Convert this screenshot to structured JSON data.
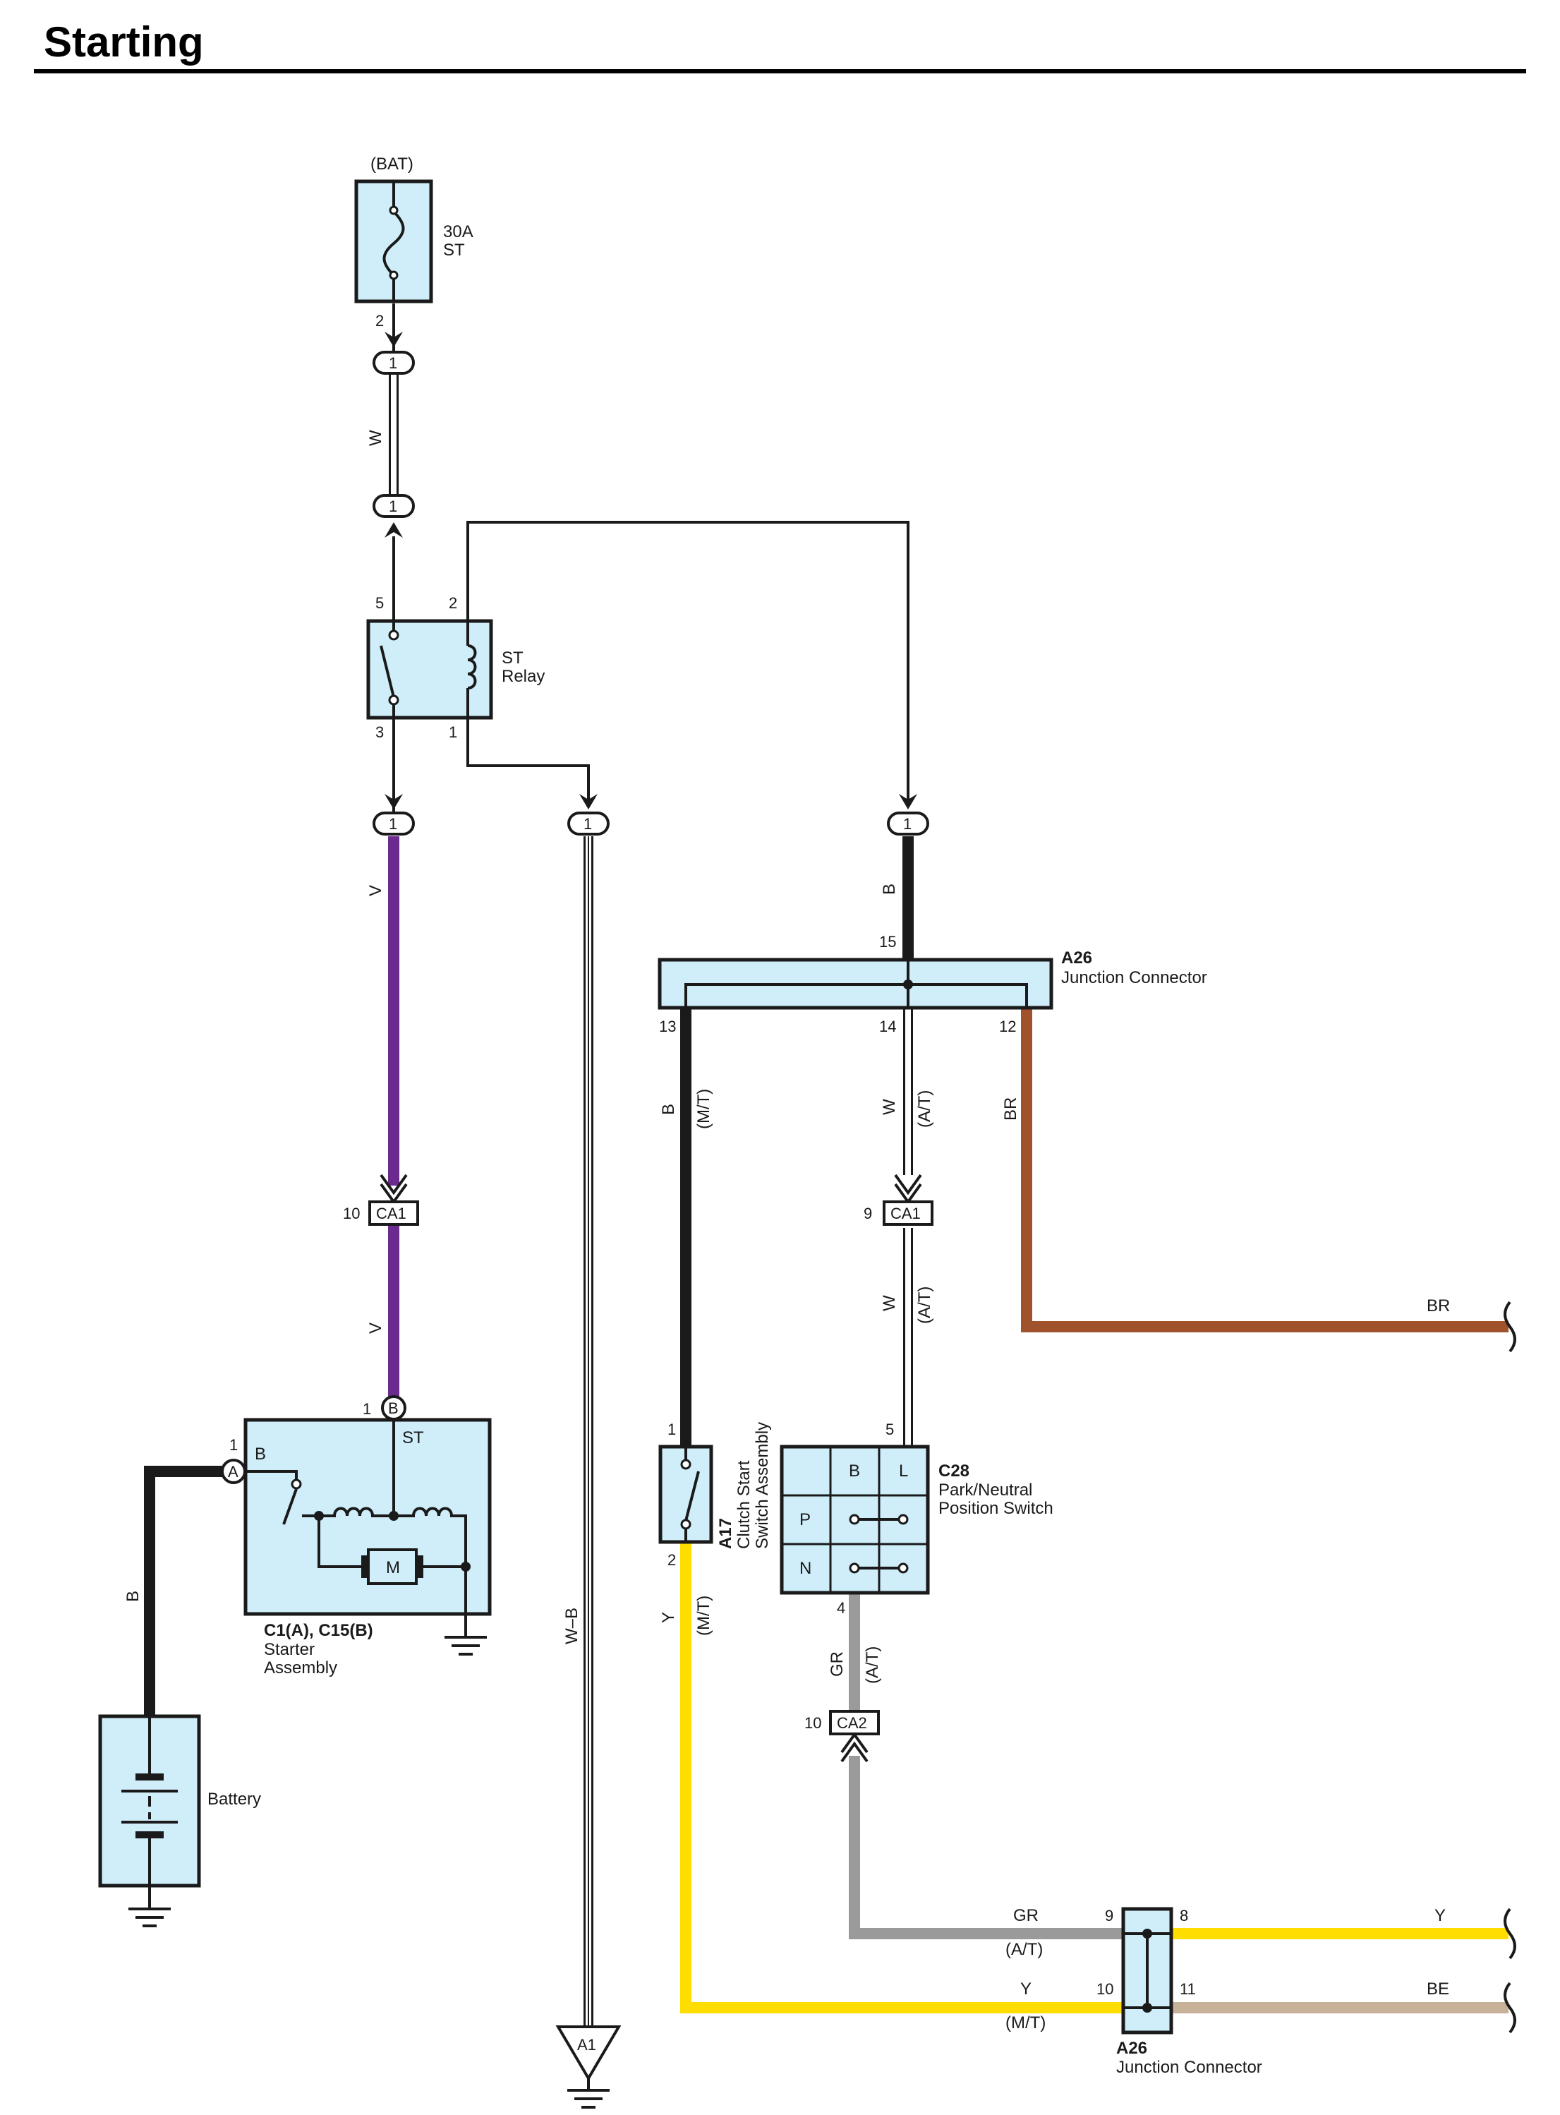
{
  "title": "Starting",
  "colors": {
    "component_fill": "#cfeefa",
    "wire_V": "#6a2a8e",
    "wire_B": "#1a1a1a",
    "wire_Y": "#ffdd00",
    "wire_BR": "#a0522d",
    "wire_GR": "#9a9a9a",
    "wire_BE": "#c7b299",
    "wire_W": "#ffffff"
  },
  "components": {
    "fuse": {
      "source": "(BAT)",
      "rating": "30A",
      "name": "ST",
      "pin": "2"
    },
    "st_relay": {
      "line1": "ST",
      "line2": "Relay",
      "pins": {
        "p5": "5",
        "p2": "2",
        "p3": "3",
        "p1": "1"
      }
    },
    "starter": {
      "id": "C1(A), C15(B)",
      "line1": "Starter",
      "line2": "Assembly",
      "pin_b_conn": "B",
      "pin_a_conn": "A",
      "terminal_b": "B",
      "terminal_st": "ST",
      "motor": "M",
      "pin_a": "1",
      "pin_b": "1"
    },
    "battery": {
      "name": "Battery"
    },
    "a26_top": {
      "id": "A26",
      "name": "Junction Connector",
      "pins": {
        "p15": "15",
        "p13": "13",
        "p14": "14",
        "p12": "12"
      }
    },
    "a17": {
      "id": "A17",
      "line1": "Clutch Start",
      "line2": "Switch Assembly",
      "pin1": "1",
      "pin2": "2"
    },
    "c28": {
      "id": "C28",
      "line1": "Park/Neutral",
      "line2": "Position Switch",
      "col_b": "B",
      "col_l": "L",
      "row_p": "P",
      "row_n": "N",
      "pin5": "5",
      "pin4": "4"
    },
    "a26_bottom": {
      "id": "A26",
      "name": "Junction Connector",
      "pins": {
        "p9": "9",
        "p8": "8",
        "p10": "10",
        "p11": "11"
      }
    },
    "ground_a1": {
      "label": "A1"
    }
  },
  "connectors": {
    "one": "1",
    "ca1": "CA1",
    "ca2": "CA2",
    "ca1_pin_left": "10",
    "ca1_pin_right": "9",
    "ca2_pin": "10"
  },
  "wires": {
    "w_top": "W",
    "v_upper": "V",
    "v_lower": "V",
    "b_relay": "B",
    "wb": "W–B",
    "b_mt": "B",
    "mt1": "(M/T)",
    "w_at1": "W",
    "at1": "(A/T)",
    "br_vert": "BR",
    "w_at2": "W",
    "at2": "(A/T)",
    "br_end": "BR",
    "b_battery": "B",
    "y_mt": "Y",
    "mt2": "(M/T)",
    "gr_vert": "GR",
    "at3": "(A/T)",
    "gr_h": "GR",
    "at4": "(A/T)",
    "y_h": "Y",
    "mt3": "(M/T)",
    "y_end": "Y",
    "be_end": "BE"
  }
}
